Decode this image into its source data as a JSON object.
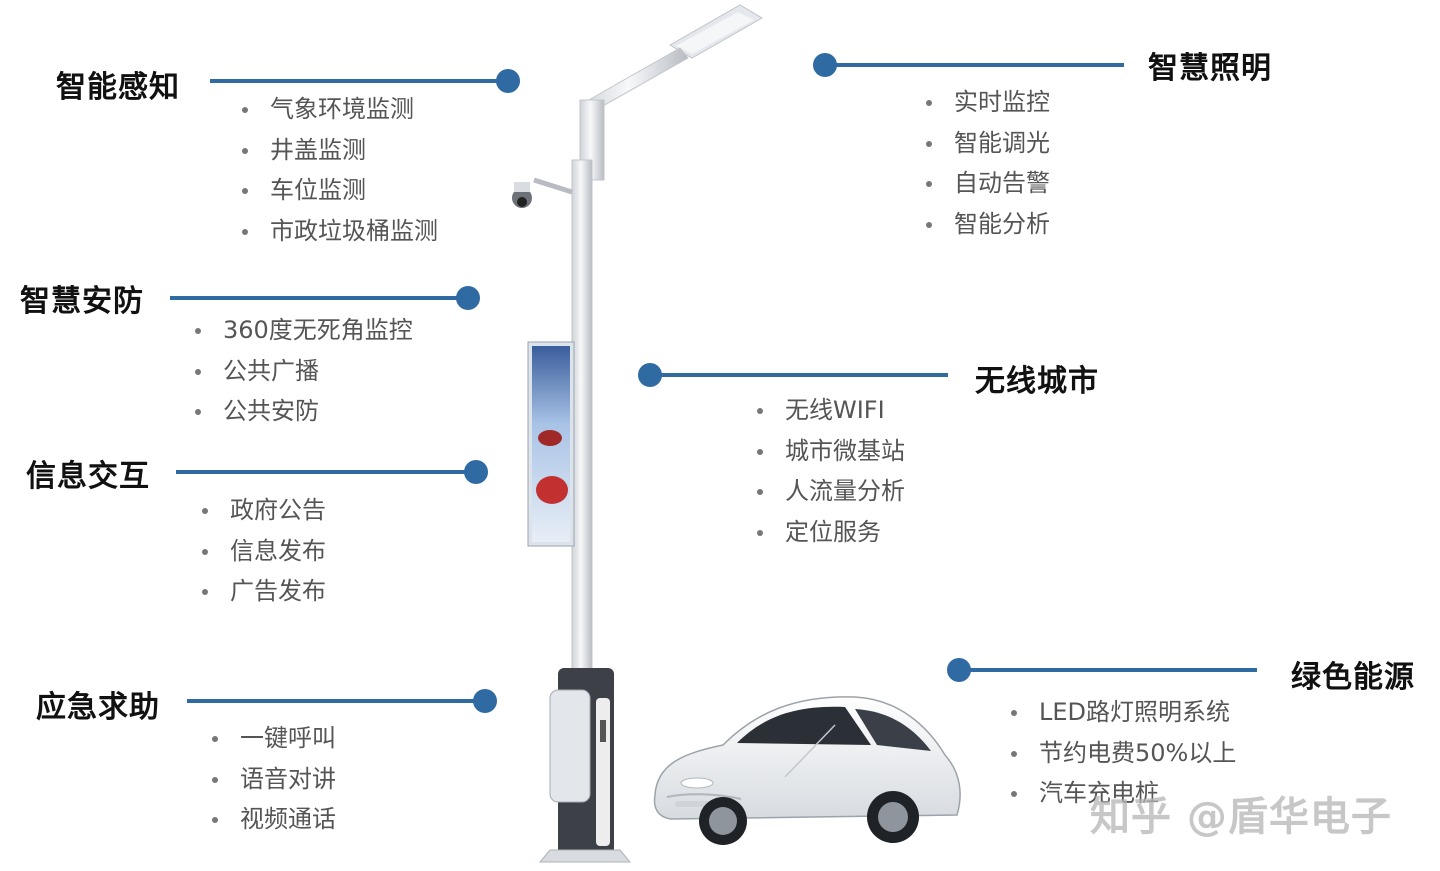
{
  "colors": {
    "accent_line": "#2f6aa3",
    "title": "#111111",
    "item": "#555555"
  },
  "sections": {
    "sensing": {
      "title": "智能感知",
      "items": [
        "气象环境监测",
        "井盖监测",
        "车位监测",
        "市政垃圾桶监测"
      ]
    },
    "security": {
      "title": "智慧安防",
      "items": [
        "360度无死角监控",
        "公共广播",
        "公共安防"
      ]
    },
    "info": {
      "title": "信息交互",
      "items": [
        "政府公告",
        "信息发布",
        "广告发布"
      ]
    },
    "emergency": {
      "title": "应急求助",
      "items": [
        "一键呼叫",
        "语音对讲",
        "视频通话"
      ]
    },
    "lighting": {
      "title": "智慧照明",
      "items": [
        "实时监控",
        "智能调光",
        "自动告警",
        "智能分析"
      ]
    },
    "wireless": {
      "title": "无线城市",
      "items": [
        "无线WIFI",
        "城市微基站",
        "人流量分析",
        "定位服务"
      ]
    },
    "energy": {
      "title": "绿色能源",
      "items": [
        "LED路灯照明系统",
        "节约电费50%以上",
        "汽车充电桩"
      ]
    }
  },
  "watermark": "知乎 @盾华电子",
  "illustrations": {
    "pole": "smart-street-pole-illustration",
    "car": "electric-car-illustration"
  }
}
